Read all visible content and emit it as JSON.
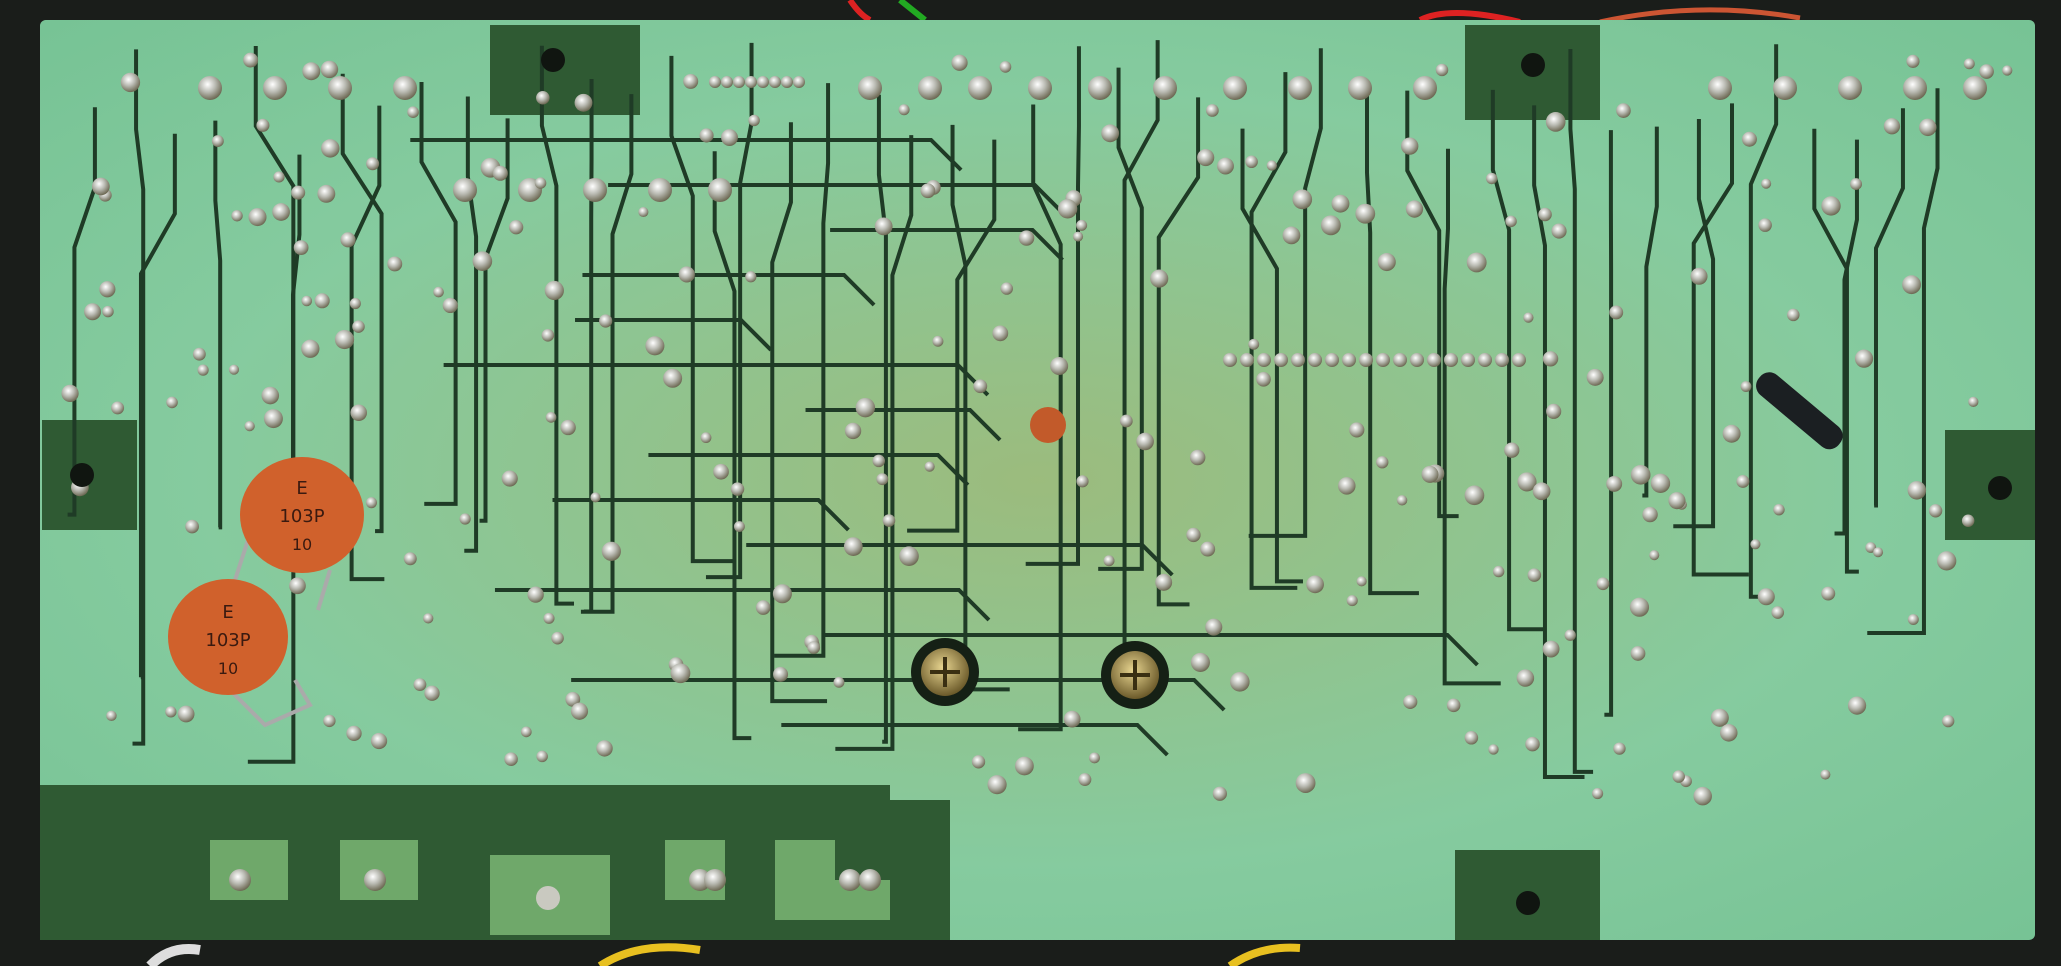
{
  "scene": {
    "subject": "printed-circuit-board-solder-side",
    "colors": {
      "background": "#1a1d1a",
      "board": "#7fc79a",
      "board_light": "#9fdcb4",
      "ground_plane": "#2f5a33",
      "trace": "#1f3b26",
      "solder": "#c8c9c2",
      "capacitor": "#d0612c",
      "screw": "#b59a52"
    }
  },
  "capacitors": [
    {
      "marking_top": "E",
      "marking_value": "103P",
      "marking_voltage": "10"
    },
    {
      "marking_top": "E",
      "marking_value": "103P",
      "marking_voltage": "10"
    }
  ]
}
